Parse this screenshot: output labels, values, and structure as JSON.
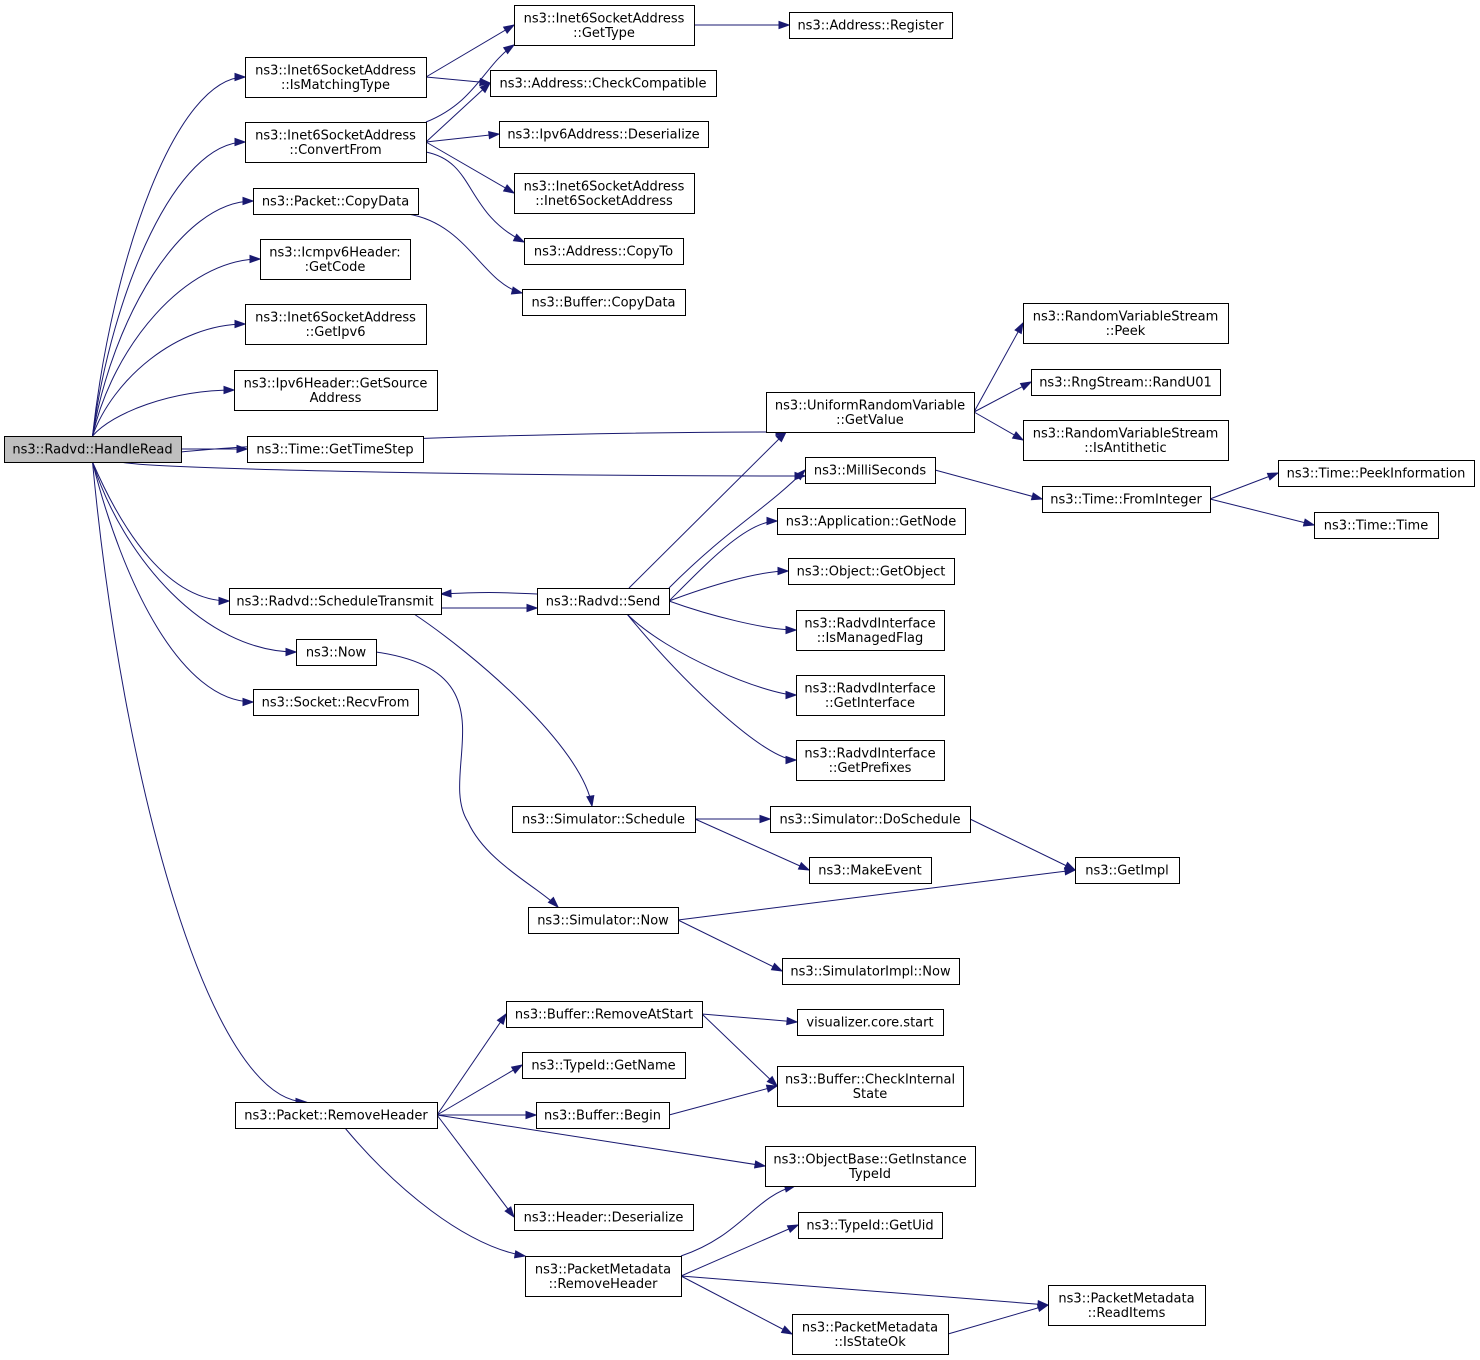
{
  "graph": {
    "colors": {
      "edge": "#191970",
      "border_default": "#000000",
      "border_truncated": "#ff0000",
      "root_fill": "#bfbfbf",
      "node_fill": "#ffffff"
    },
    "nodes": [
      {
        "id": "root",
        "lines": [
          "ns3::Radvd::HandleRead"
        ],
        "root": true
      },
      {
        "id": "n_ismatching",
        "lines": [
          "ns3::Inet6SocketAddress",
          "::IsMatchingType"
        ]
      },
      {
        "id": "n_convertfrom",
        "lines": [
          "ns3::Inet6SocketAddress",
          "::ConvertFrom"
        ]
      },
      {
        "id": "n_pkt_copydata",
        "lines": [
          "ns3::Packet::CopyData"
        ]
      },
      {
        "id": "n_getcode",
        "lines": [
          "ns3::Icmpv6Header:",
          ":GetCode"
        ]
      },
      {
        "id": "n_getipv6",
        "lines": [
          "ns3::Inet6SocketAddress",
          "::GetIpv6"
        ]
      },
      {
        "id": "n_getsrc",
        "lines": [
          "ns3::Ipv6Header::GetSource",
          "Address"
        ]
      },
      {
        "id": "n_gettimestep",
        "lines": [
          "ns3::Time::GetTimeStep"
        ]
      },
      {
        "id": "n_schedtx",
        "lines": [
          "ns3::Radvd::ScheduleTransmit"
        ]
      },
      {
        "id": "n_now",
        "lines": [
          "ns3::Now"
        ]
      },
      {
        "id": "n_recvfrom",
        "lines": [
          "ns3::Socket::RecvFrom"
        ]
      },
      {
        "id": "n_removeheader",
        "lines": [
          "ns3::Packet::RemoveHeader"
        ]
      },
      {
        "id": "n_gettype",
        "lines": [
          "ns3::Inet6SocketAddress",
          "::GetType"
        ]
      },
      {
        "id": "n_checkcompat",
        "lines": [
          "ns3::Address::CheckCompatible"
        ]
      },
      {
        "id": "n_ipv6deser",
        "lines": [
          "ns3::Ipv6Address::Deserialize"
        ]
      },
      {
        "id": "n_ctor",
        "lines": [
          "ns3::Inet6SocketAddress",
          "::Inet6SocketAddress"
        ]
      },
      {
        "id": "n_copyto",
        "lines": [
          "ns3::Address::CopyTo"
        ]
      },
      {
        "id": "n_buf_copydata",
        "lines": [
          "ns3::Buffer::CopyData"
        ]
      },
      {
        "id": "n_register",
        "lines": [
          "ns3::Address::Register"
        ]
      },
      {
        "id": "n_send",
        "lines": [
          "ns3::Radvd::Send"
        ],
        "truncated": true
      },
      {
        "id": "n_getvalue",
        "lines": [
          "ns3::UniformRandomVariable",
          "::GetValue"
        ]
      },
      {
        "id": "n_milli",
        "lines": [
          "ns3::MilliSeconds"
        ]
      },
      {
        "id": "n_getnode",
        "lines": [
          "ns3::Application::GetNode"
        ]
      },
      {
        "id": "n_getobject",
        "lines": [
          "ns3::Object::GetObject"
        ],
        "truncated": true
      },
      {
        "id": "n_ismanaged",
        "lines": [
          "ns3::RadvdInterface",
          "::IsManagedFlag"
        ]
      },
      {
        "id": "n_getiface",
        "lines": [
          "ns3::RadvdInterface",
          "::GetInterface"
        ]
      },
      {
        "id": "n_getprefixes",
        "lines": [
          "ns3::RadvdInterface",
          "::GetPrefixes"
        ]
      },
      {
        "id": "n_peek",
        "lines": [
          "ns3::RandomVariableStream",
          "::Peek"
        ]
      },
      {
        "id": "n_randu01",
        "lines": [
          "ns3::RngStream::RandU01"
        ]
      },
      {
        "id": "n_isanti",
        "lines": [
          "ns3::RandomVariableStream",
          "::IsAntithetic"
        ]
      },
      {
        "id": "n_fromint",
        "lines": [
          "ns3::Time::FromInteger"
        ]
      },
      {
        "id": "n_peekinfo",
        "lines": [
          "ns3::Time::PeekInformation"
        ],
        "truncated": true
      },
      {
        "id": "n_timetime",
        "lines": [
          "ns3::Time::Time"
        ]
      },
      {
        "id": "n_simsched",
        "lines": [
          "ns3::Simulator::Schedule"
        ]
      },
      {
        "id": "n_dosched",
        "lines": [
          "ns3::Simulator::DoSchedule"
        ],
        "truncated": true
      },
      {
        "id": "n_makeevent",
        "lines": [
          "ns3::MakeEvent"
        ]
      },
      {
        "id": "n_getimpl",
        "lines": [
          "ns3::GetImpl"
        ],
        "truncated": true
      },
      {
        "id": "n_simnow",
        "lines": [
          "ns3::Simulator::Now"
        ]
      },
      {
        "id": "n_simimplnow",
        "lines": [
          "ns3::SimulatorImpl::Now"
        ]
      },
      {
        "id": "n_removeatstart",
        "lines": [
          "ns3::Buffer::RemoveAtStart"
        ]
      },
      {
        "id": "n_vizstart",
        "lines": [
          "visualizer.core.start"
        ],
        "truncated": true
      },
      {
        "id": "n_checkstate",
        "lines": [
          "ns3::Buffer::CheckInternal",
          "State"
        ]
      },
      {
        "id": "n_getname",
        "lines": [
          "ns3::TypeId::GetName"
        ]
      },
      {
        "id": "n_begin",
        "lines": [
          "ns3::Buffer::Begin"
        ]
      },
      {
        "id": "n_getinst",
        "lines": [
          "ns3::ObjectBase::GetInstance",
          "TypeId"
        ]
      },
      {
        "id": "n_hdrdeser",
        "lines": [
          "ns3::Header::Deserialize"
        ]
      },
      {
        "id": "n_pmremove",
        "lines": [
          "ns3::PacketMetadata",
          "::RemoveHeader"
        ]
      },
      {
        "id": "n_getuid",
        "lines": [
          "ns3::TypeId::GetUid"
        ]
      },
      {
        "id": "n_readitems",
        "lines": [
          "ns3::PacketMetadata",
          "::ReadItems"
        ],
        "truncated": true
      },
      {
        "id": "n_isstateok",
        "lines": [
          "ns3::PacketMetadata",
          "::IsStateOk"
        ],
        "truncated": true
      }
    ],
    "edges": [
      [
        "root",
        "n_ismatching"
      ],
      [
        "root",
        "n_convertfrom"
      ],
      [
        "root",
        "n_pkt_copydata"
      ],
      [
        "root",
        "n_getcode"
      ],
      [
        "root",
        "n_getipv6"
      ],
      [
        "root",
        "n_getsrc"
      ],
      [
        "root",
        "n_gettimestep"
      ],
      [
        "root",
        "n_getvalue"
      ],
      [
        "root",
        "n_milli"
      ],
      [
        "root",
        "n_schedtx"
      ],
      [
        "root",
        "n_now"
      ],
      [
        "root",
        "n_recvfrom"
      ],
      [
        "root",
        "n_removeheader"
      ],
      [
        "n_ismatching",
        "n_gettype"
      ],
      [
        "n_ismatching",
        "n_checkcompat"
      ],
      [
        "n_convertfrom",
        "n_gettype"
      ],
      [
        "n_convertfrom",
        "n_checkcompat"
      ],
      [
        "n_convertfrom",
        "n_ipv6deser"
      ],
      [
        "n_convertfrom",
        "n_ctor"
      ],
      [
        "n_convertfrom",
        "n_copyto"
      ],
      [
        "n_pkt_copydata",
        "n_buf_copydata"
      ],
      [
        "n_gettype",
        "n_register"
      ],
      [
        "n_schedtx",
        "n_send"
      ],
      [
        "n_schedtx",
        "n_simsched"
      ],
      [
        "n_send",
        "n_schedtx"
      ],
      [
        "n_send",
        "n_getvalue"
      ],
      [
        "n_send",
        "n_milli"
      ],
      [
        "n_send",
        "n_getnode"
      ],
      [
        "n_send",
        "n_getobject"
      ],
      [
        "n_send",
        "n_ismanaged"
      ],
      [
        "n_send",
        "n_getiface"
      ],
      [
        "n_send",
        "n_getprefixes"
      ],
      [
        "n_getvalue",
        "n_peek"
      ],
      [
        "n_getvalue",
        "n_randu01"
      ],
      [
        "n_getvalue",
        "n_isanti"
      ],
      [
        "n_milli",
        "n_fromint"
      ],
      [
        "n_fromint",
        "n_peekinfo"
      ],
      [
        "n_fromint",
        "n_timetime"
      ],
      [
        "n_now",
        "n_simnow"
      ],
      [
        "n_simsched",
        "n_dosched"
      ],
      [
        "n_simsched",
        "n_makeevent"
      ],
      [
        "n_dosched",
        "n_getimpl"
      ],
      [
        "n_simnow",
        "n_getimpl"
      ],
      [
        "n_simnow",
        "n_simimplnow"
      ],
      [
        "n_removeheader",
        "n_removeatstart"
      ],
      [
        "n_removeheader",
        "n_getname"
      ],
      [
        "n_removeheader",
        "n_begin"
      ],
      [
        "n_removeheader",
        "n_getinst"
      ],
      [
        "n_removeheader",
        "n_hdrdeser"
      ],
      [
        "n_removeheader",
        "n_pmremove"
      ],
      [
        "n_removeatstart",
        "n_vizstart"
      ],
      [
        "n_removeatstart",
        "n_checkstate"
      ],
      [
        "n_begin",
        "n_checkstate"
      ],
      [
        "n_pmremove",
        "n_getinst"
      ],
      [
        "n_pmremove",
        "n_getuid"
      ],
      [
        "n_pmremove",
        "n_readitems"
      ],
      [
        "n_pmremove",
        "n_isstateok"
      ],
      [
        "n_isstateok",
        "n_readitems"
      ]
    ]
  }
}
